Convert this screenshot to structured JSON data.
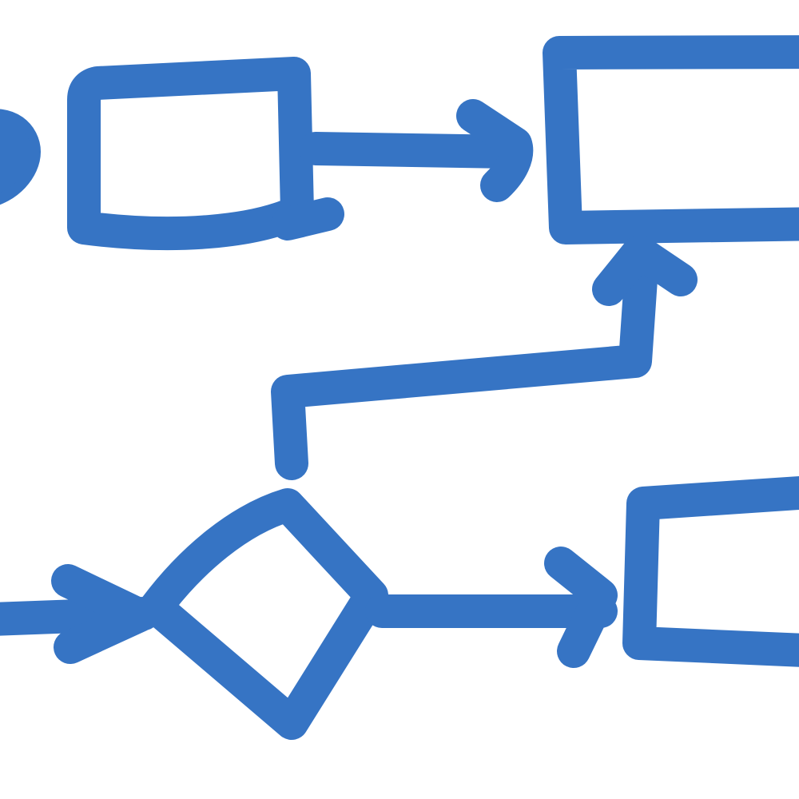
{
  "diagram": {
    "style": "hand-drawn flowchart sketch",
    "stroke_color": "#3674c4",
    "background_color": "#ffffff",
    "shapes": [
      {
        "name": "start-node-partial",
        "kind": "rounded-terminal (cut off at left edge)"
      },
      {
        "name": "process-box-top-left",
        "kind": "rectangle"
      },
      {
        "name": "process-box-top-right",
        "kind": "rectangle (extends past right edge)"
      },
      {
        "name": "decision-diamond",
        "kind": "diamond"
      },
      {
        "name": "process-box-bottom-right",
        "kind": "rectangle (extends past right edge)"
      }
    ],
    "connectors": [
      {
        "name": "arrow-top-left-to-top-right",
        "from": "process-box-top-left",
        "to": "process-box-top-right"
      },
      {
        "name": "arrow-incoming-to-diamond",
        "from": "off-canvas-left",
        "to": "decision-diamond"
      },
      {
        "name": "arrow-diamond-to-bottom-right",
        "from": "decision-diamond",
        "to": "process-box-bottom-right"
      },
      {
        "name": "arrow-diamond-up-to-top-right",
        "from": "decision-diamond",
        "to": "process-box-top-right"
      }
    ]
  }
}
